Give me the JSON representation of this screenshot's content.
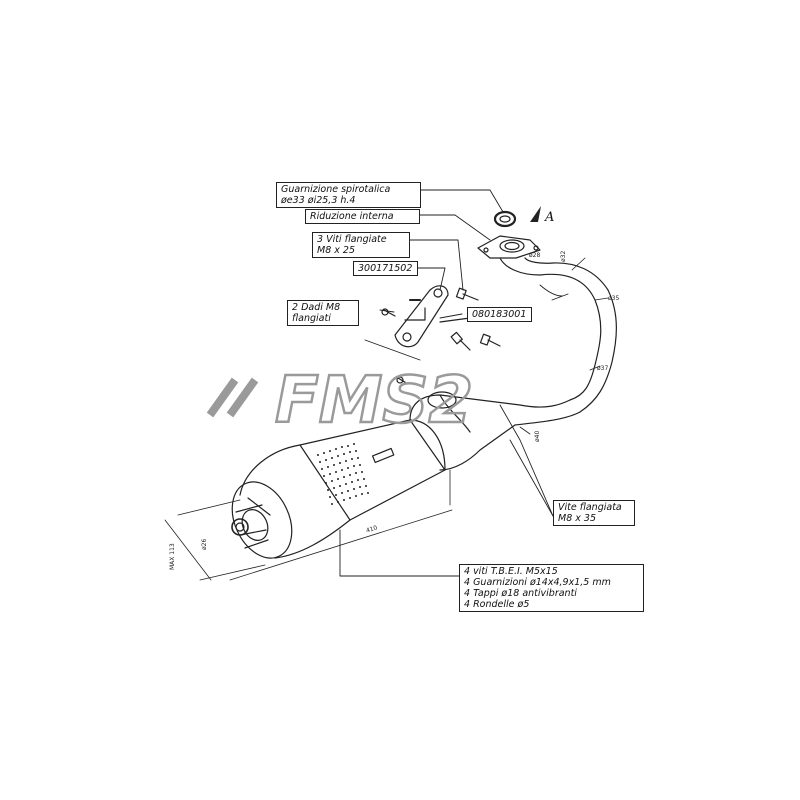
{
  "callouts": {
    "gasket": [
      "Guarnizione spirotalica",
      "øe33 øi25,3 h.4"
    ],
    "reduction": [
      "Riduzione interna"
    ],
    "flange_screws": [
      "3 Viti flangiate",
      "M8 x 25"
    ],
    "part_number_1": [
      "300171502"
    ],
    "part_number_2": [
      "080183001"
    ],
    "nuts": [
      "2 Dadi M8",
      "flangiati"
    ],
    "flange_screw_bottom": [
      "Vite flangiata",
      "M8 x 35"
    ],
    "hardware_kit": [
      "4 viti T.B.E.I. M5x15",
      "4 Guarnizioni ø14x4,9x1,5 mm",
      "4 Tappi ø18 antivibranti",
      "4 Rondelle ø5"
    ]
  },
  "view_label": "A",
  "dimensions": {
    "d28": "ø28",
    "d32": "ø32",
    "d35": "ø35",
    "d37": "ø37",
    "d40": "ø40",
    "length": "410",
    "max_height": "MAX 113",
    "d26": "ø26"
  },
  "watermark_text": "FMS2",
  "colors": {
    "line": "#222222",
    "watermark": "#9a9a9a",
    "background": "#ffffff"
  }
}
